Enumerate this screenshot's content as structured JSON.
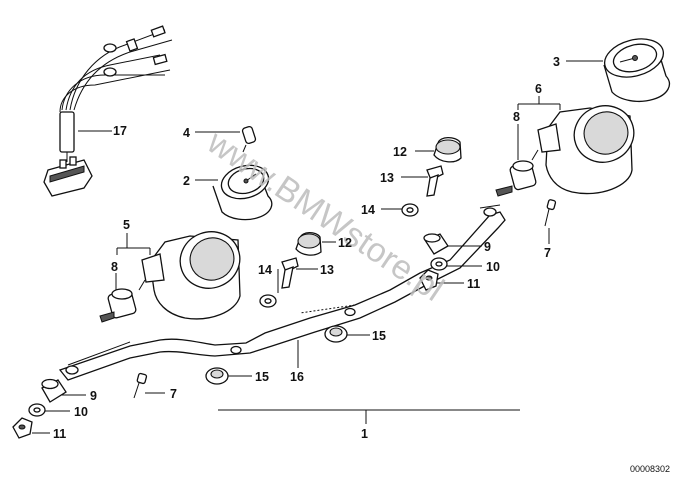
{
  "watermark": "www.BMWstore.pl",
  "reference_number": "00008302",
  "callouts": {
    "c1": "1",
    "c2": "2",
    "c3": "3",
    "c4": "4",
    "c5": "5",
    "c6": "6",
    "c7a": "7",
    "c7b": "7",
    "c8a": "8",
    "c8b": "8",
    "c9a": "9",
    "c9b": "9",
    "c10a": "10",
    "c10b": "10",
    "c11a": "11",
    "c11b": "11",
    "c12a": "12",
    "c12b": "12",
    "c13a": "13",
    "c13b": "13",
    "c14a": "14",
    "c14b": "14",
    "c15a": "15",
    "c15b": "15",
    "c16": "16",
    "c17": "17"
  }
}
